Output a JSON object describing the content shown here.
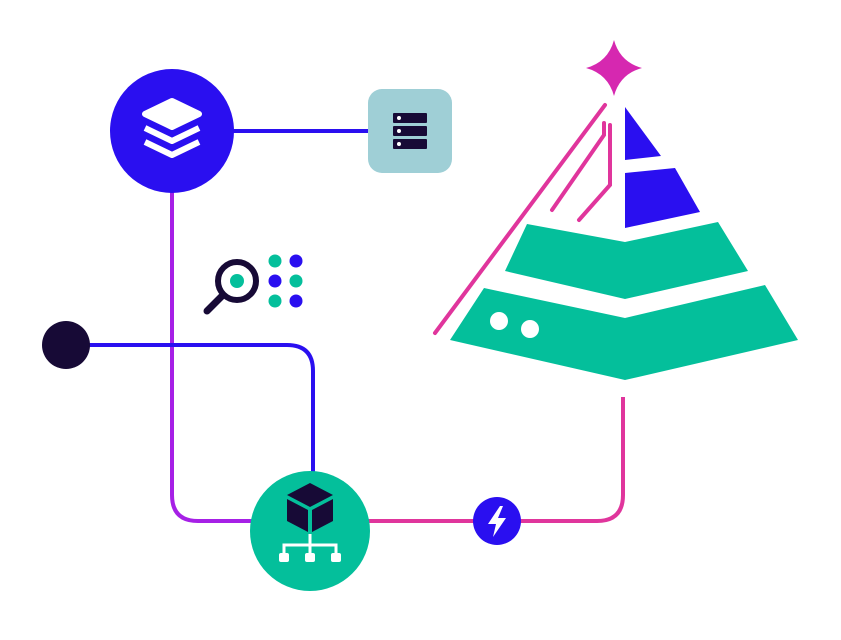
{
  "palette": {
    "blue": "#2a0ff0",
    "magenta": "#e0359c",
    "purple": "#a620e6",
    "teal": "#04bf9b",
    "dark": "#170a36",
    "slate": "#9fcfd6",
    "sparkle": "#d628b0",
    "white": "#ffffff"
  },
  "nodes": [
    {
      "id": "layers-node",
      "icon": "layers-icon",
      "shape": "circle",
      "color": "blue"
    },
    {
      "id": "database-node",
      "icon": "server-list-icon",
      "shape": "rounded-square",
      "color": "slate"
    },
    {
      "id": "search-node",
      "icon": "magnifier-dots-icon",
      "shape": "glyph",
      "color": "dark"
    },
    {
      "id": "source-dot",
      "icon": "none",
      "shape": "circle",
      "color": "dark"
    },
    {
      "id": "hub-node",
      "icon": "cube-network-icon",
      "shape": "circle",
      "color": "teal"
    },
    {
      "id": "bolt-node",
      "icon": "lightning-icon",
      "shape": "circle",
      "color": "blue"
    },
    {
      "id": "pyramid",
      "icon": "layered-pyramid-icon",
      "shape": "pyramid",
      "color": "teal"
    },
    {
      "id": "sparkle",
      "icon": "sparkle-icon",
      "shape": "star",
      "color": "sparkle"
    }
  ],
  "connections": [
    {
      "from": "layers-node",
      "to": "database-node",
      "color": "blue"
    },
    {
      "from": "layers-node",
      "to": "hub-node",
      "color": "purple"
    },
    {
      "from": "source-dot",
      "to": "hub-node",
      "color": "blue"
    },
    {
      "from": "hub-node",
      "to": "bolt-node",
      "color": "magenta"
    },
    {
      "from": "bolt-node",
      "to": "pyramid",
      "color": "magenta"
    }
  ]
}
